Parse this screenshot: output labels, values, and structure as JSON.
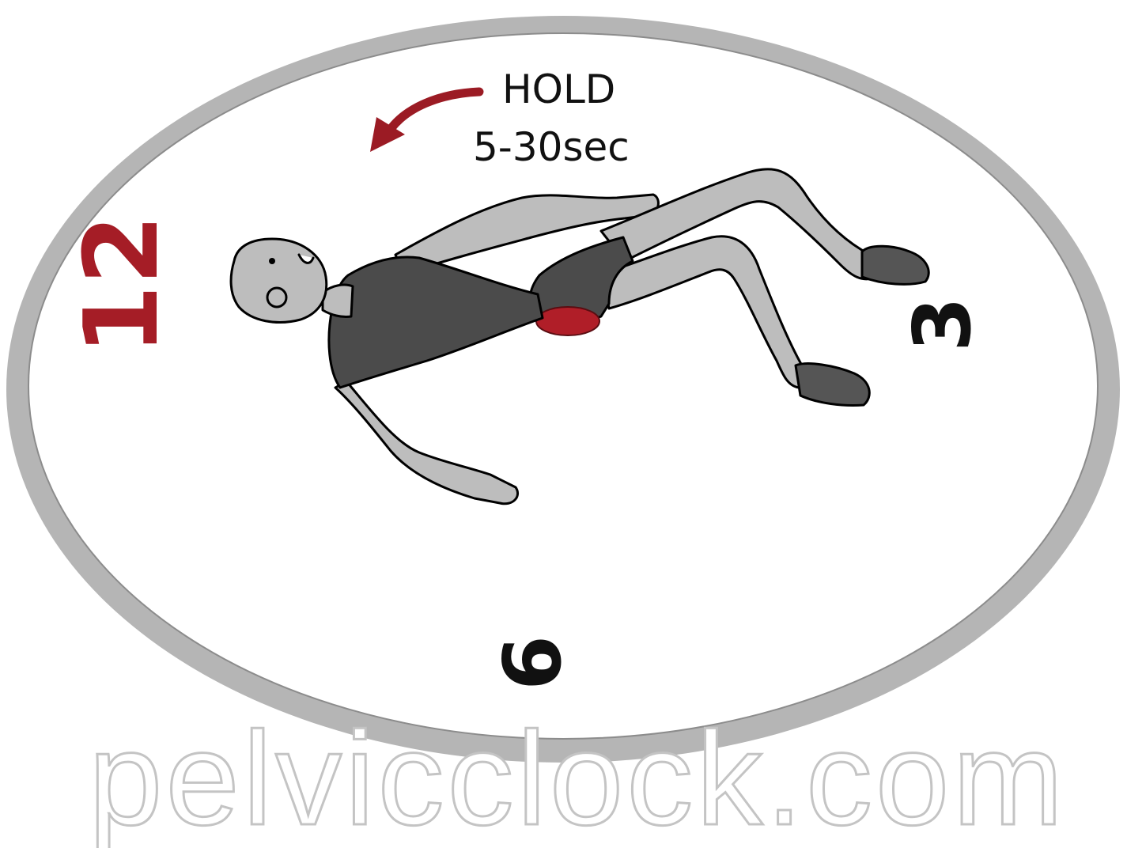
{
  "instruction": {
    "line1": "HOLD",
    "line2": "5-30sec",
    "arrow_color": "#9b1b24"
  },
  "clock": {
    "numbers": {
      "twelve": "12",
      "three": "3",
      "six": "6"
    },
    "twelve_color": "#a51d26",
    "number_color": "#111111",
    "rim_color": "#b5b5b5",
    "face_color": "#ffffff"
  },
  "figure": {
    "skin_color": "#bdbdbd",
    "clothing_color": "#4b4b4b",
    "pelvis_highlight_color": "#b01e28"
  },
  "watermark": {
    "text": "pelvicclock.com"
  }
}
